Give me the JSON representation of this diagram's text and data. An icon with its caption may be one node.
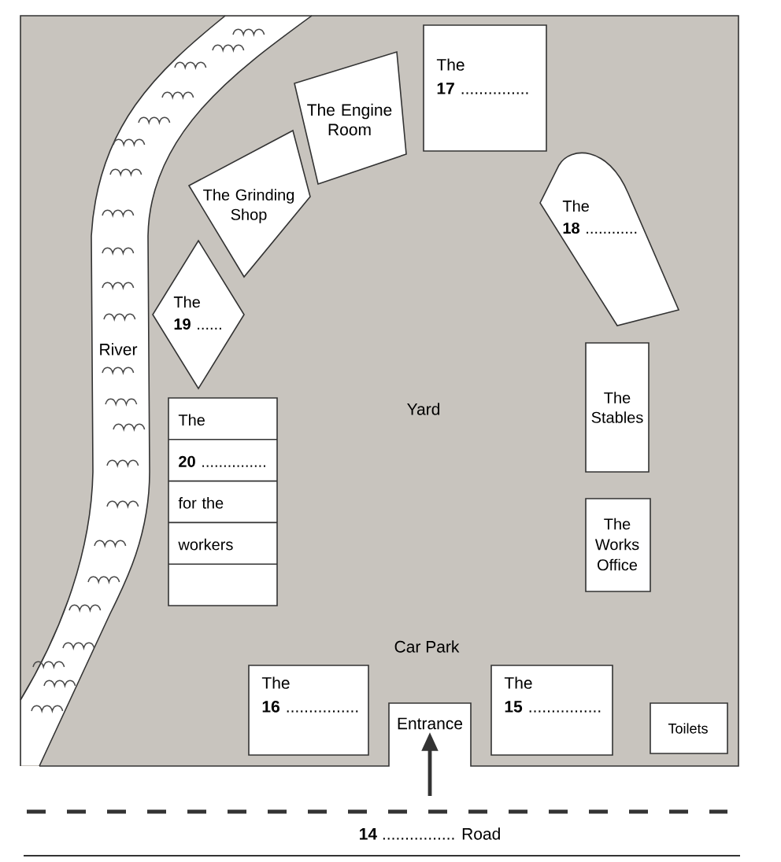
{
  "diagram": {
    "nodes": [
      {
        "text": [
          "The **17** ..............."
        ]
      },
      {
        "text": [
          "The Engine Room"
        ]
      },
      {
        "text": [
          "The Grinding Shop"
        ]
      },
      {
        "text": [
          "The **18** ............"
        ]
      },
      {
        "text": [
          "The **19** ......"
        ]
      },
      {
        "text": [
          "The Stables"
        ]
      },
      {
        "text": [
          "The **20** ............... for the workers"
        ]
      },
      {
        "text": [
          "The Works Office"
        ]
      },
      {
        "text": [
          "The **16** ................"
        ]
      },
      {
        "text": [
          "Entrance"
        ]
      },
      {
        "text": [
          "The **15** ................"
        ]
      },
      {
        "text": [
          "Toilets"
        ]
      }
    ],
    "edges": [
      {
        "from": null,
        "to": 9,
        "arrow": "to"
      }
    ],
    "labels": [
      "River",
      "Yard",
      "Car Park",
      "**14** ................ Road"
    ]
  }
}
